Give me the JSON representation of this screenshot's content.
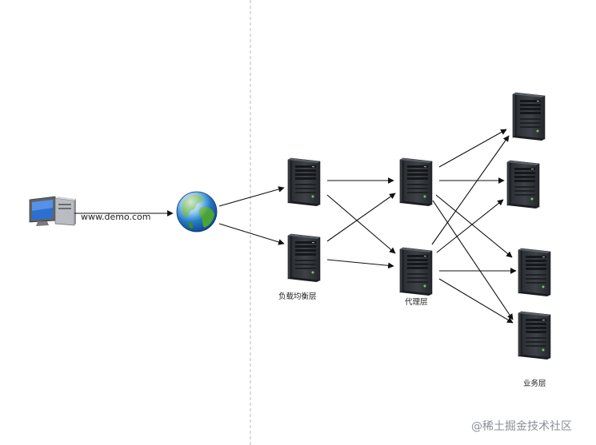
{
  "diagram": {
    "url_label": "www.demo.com",
    "layers": {
      "load_balancer": "负载均衡层",
      "proxy": "代理层",
      "business": "业务层"
    },
    "watermark": "@稀土掘金技术社区"
  }
}
